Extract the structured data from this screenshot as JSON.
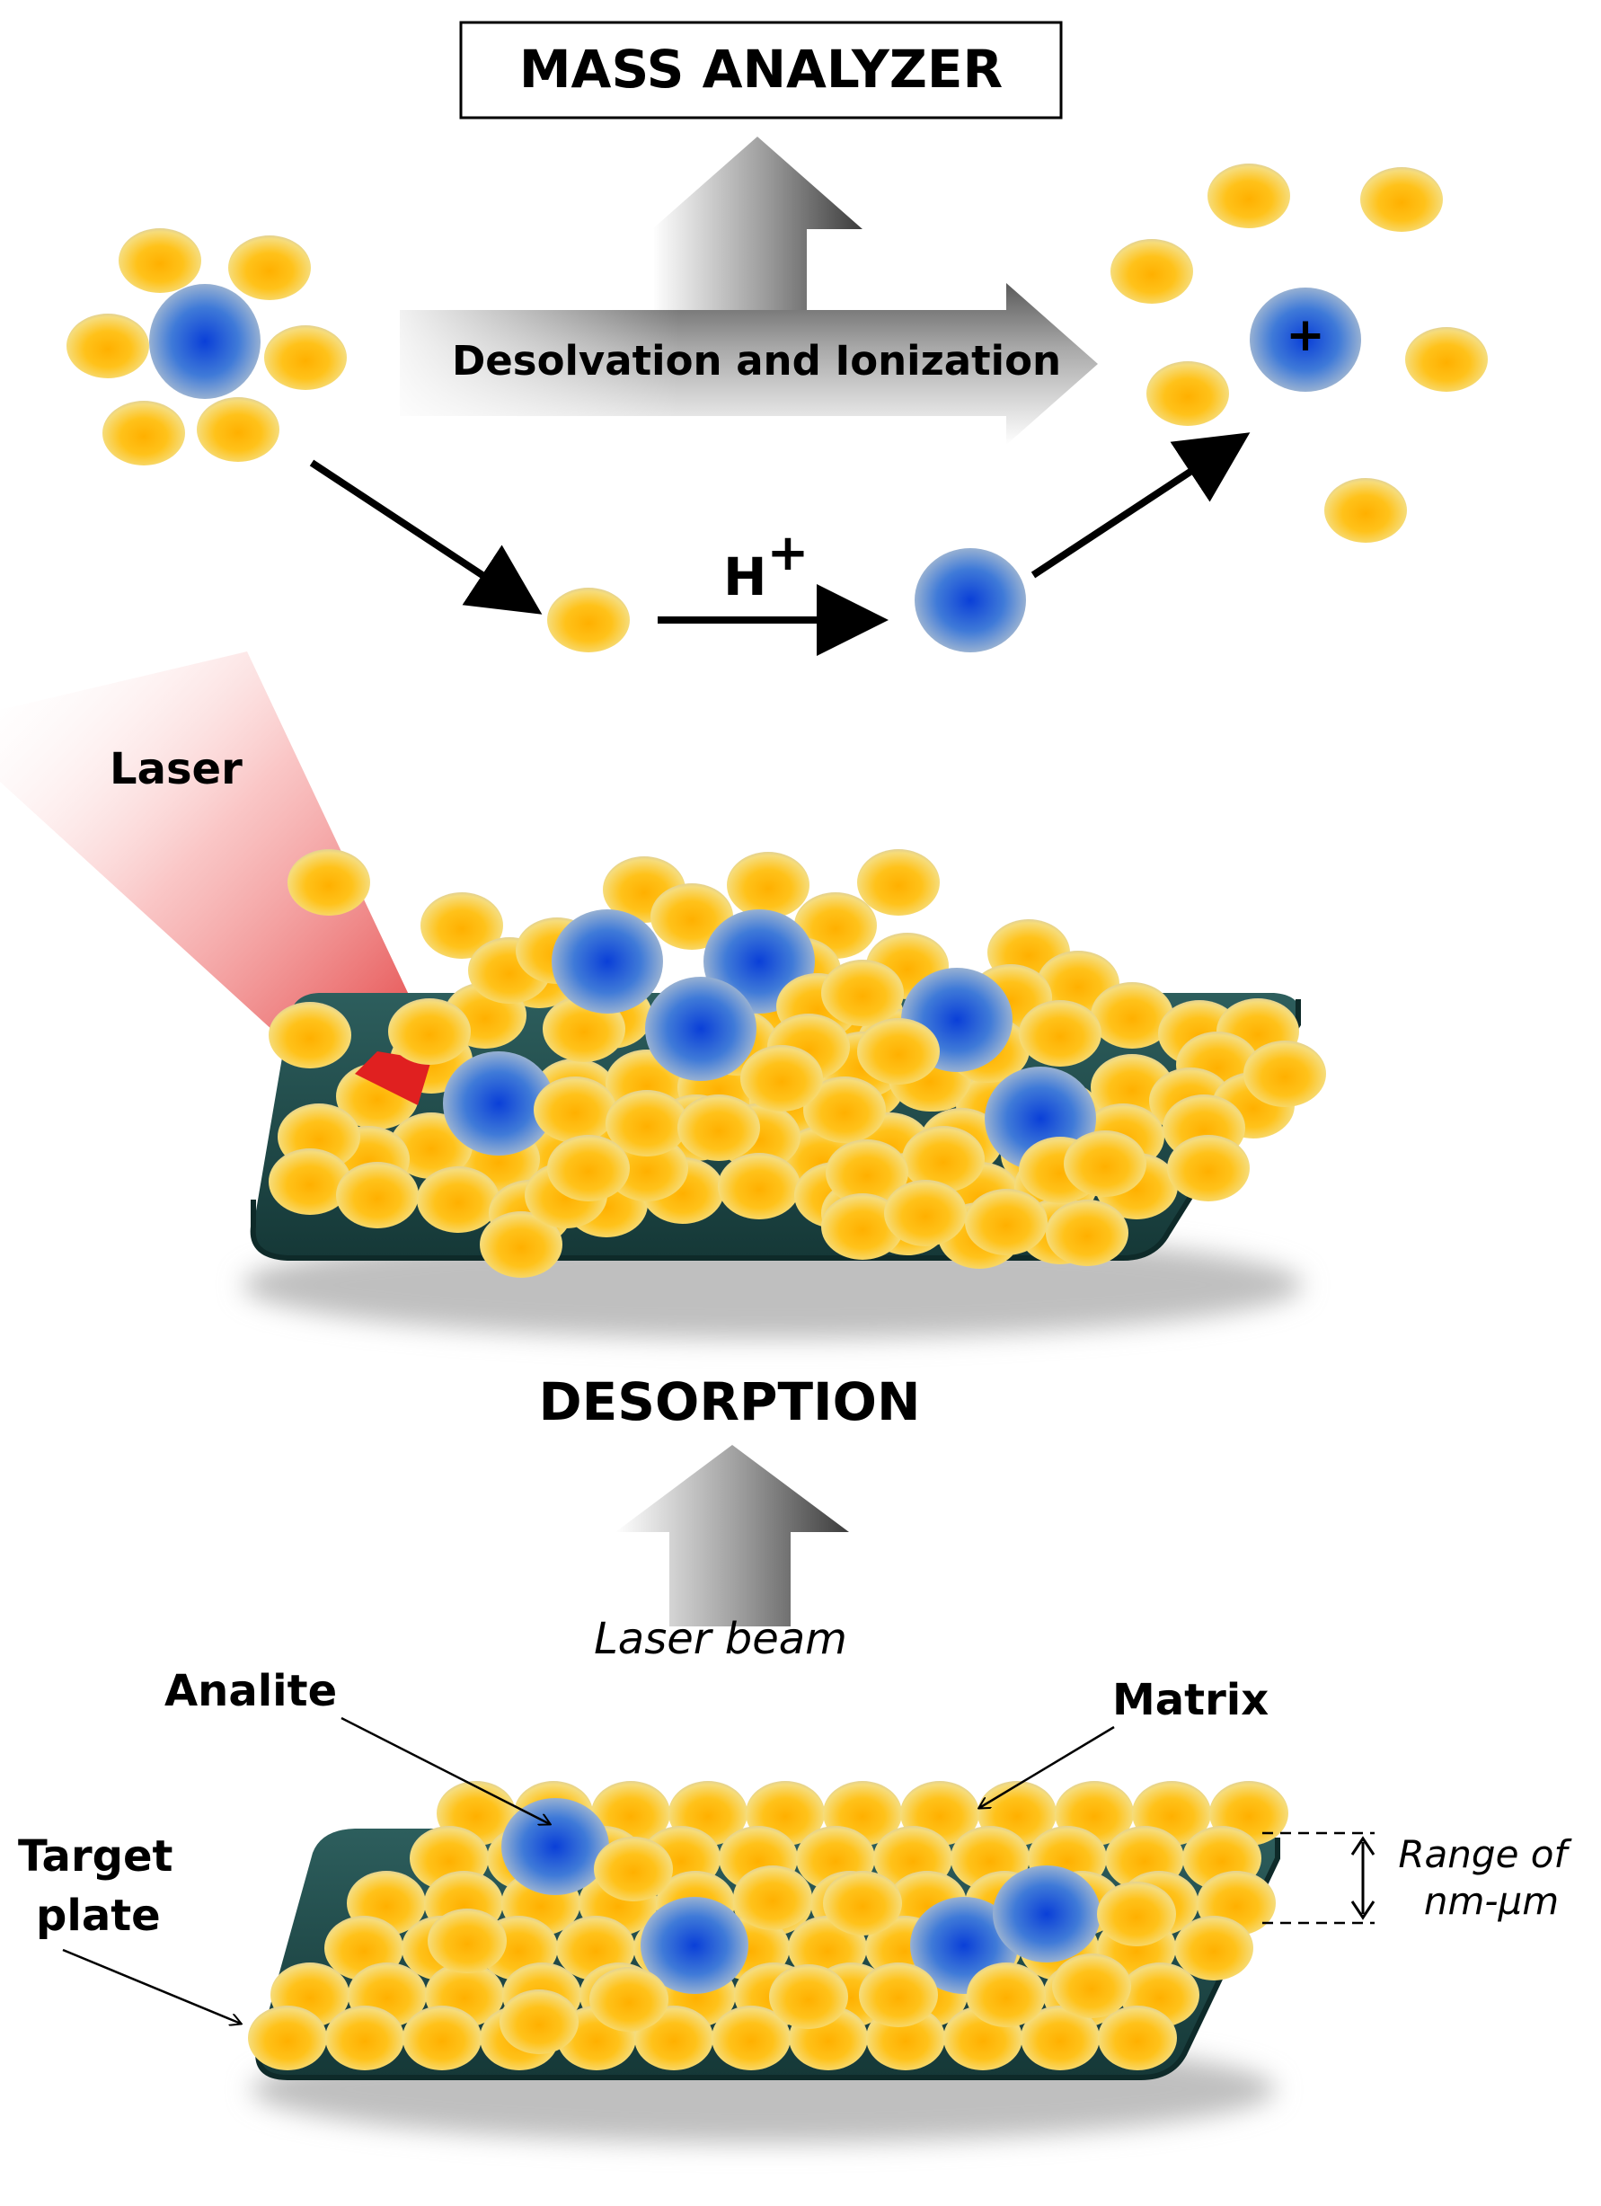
{
  "top": {
    "mass_analyzer": "MASS ANALYZER",
    "desolvation": "Desolvation and Ionization",
    "proton_base": "H",
    "proton_charge": "+",
    "ion_charge": "+"
  },
  "middle": {
    "laser": "Laser",
    "desorption": "DESORPTION"
  },
  "bottom": {
    "laser_beam": "Laser beam",
    "analite": "Analite",
    "matrix": "Matrix",
    "target_plate_line1": "Target",
    "target_plate_line2": "plate",
    "range_line1": "Range of",
    "range_line2": "nm-μm"
  },
  "colors": {
    "matrix_sphere": "#f5b800",
    "analyte_sphere": "#1e63d6",
    "plate": "#1f4a4a",
    "laser": "#e03030"
  }
}
